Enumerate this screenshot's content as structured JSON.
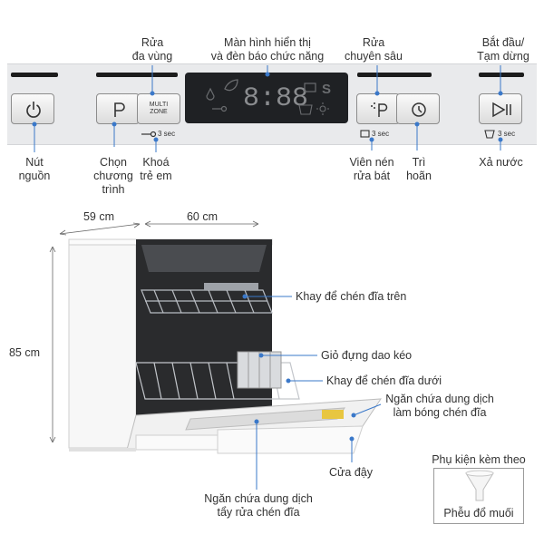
{
  "panel_labels": {
    "multizone": "Rửa\nđa vùng",
    "display": "Màn hình hiển thị\nvà đèn báo chức năng",
    "intensive": "Rửa\nchuyên sâu",
    "start_pause": "Bắt đầu/\nTạm dừng",
    "power": "Nút\nnguồn",
    "program": "Chọn\nchương\ntrình",
    "child_lock": "Khoá\ntrẻ em",
    "tablet": "Viên nén\nrửa bát",
    "delay": "Trì\nhoãn",
    "drain": "Xả nước"
  },
  "panel_text": {
    "multi_zone_btn": "MULTI\nZONE",
    "display_digits": "8:88",
    "display_letter": "S",
    "lock_hint": "3 sec",
    "tablet_hint": "3 sec",
    "drain_hint": "3 sec"
  },
  "dimensions": {
    "width": "59 cm",
    "depth": "60 cm",
    "height": "85 cm"
  },
  "parts": {
    "upper_rack": "Khay để chén đĩa trên",
    "cutlery_basket": "Giỏ đựng dao kéo",
    "lower_rack": "Khay để chén đĩa dưới",
    "rinse_aid": "Ngăn chứa dung dịch\nlàm bóng chén đĩa",
    "door": "Cửa đậy",
    "detergent": "Ngăn chứa dung dịch\ntẩy rửa chén đĩa"
  },
  "accessory": {
    "title": "Phụ kiện kèm theo",
    "item": "Phễu đổ muối"
  },
  "colors": {
    "accent_line": "#3a78c9",
    "panel_bg": "#e9eaec",
    "display_bg": "#1f2124"
  },
  "icons": [
    "power-icon",
    "program-icon",
    "tablet-icon",
    "delay-icon",
    "play-pause-icon",
    "key-icon",
    "funnel-icon"
  ]
}
